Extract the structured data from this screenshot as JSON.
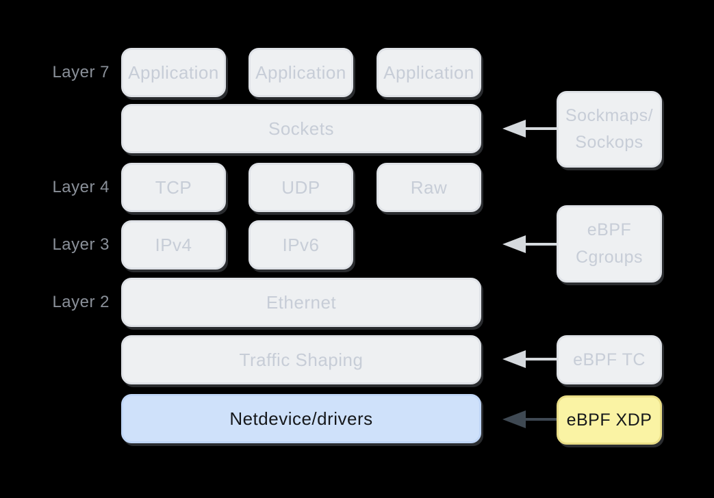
{
  "colors": {
    "background": "#000000",
    "node_fill": "#eef0f2",
    "node_border": "#dfe2e7",
    "node_text": "#c7cdd7",
    "layer_label_text": "#8a9099",
    "highlight_blue_fill": "#cfe1fa",
    "highlight_yellow_fill": "#faf3a4",
    "highlight_text": "#16181b",
    "arrow_light": "#d6dade",
    "arrow_dark": "#3f4953"
  },
  "layer_labels": {
    "layer7": "Layer 7",
    "layer4": "Layer 4",
    "layer3": "Layer 3",
    "layer2": "Layer 2"
  },
  "stack": {
    "applications": [
      "Application",
      "Application",
      "Application"
    ],
    "sockets": "Sockets",
    "tcp": "TCP",
    "udp": "UDP",
    "raw": "Raw",
    "ipv4": "IPv4",
    "ipv6": "IPv6",
    "ethernet": "Ethernet",
    "traffic_shaping": "Traffic Shaping",
    "netdevice": "Netdevice/drivers"
  },
  "hooks": {
    "sockmaps_line1": "Sockmaps/",
    "sockmaps_line2": "Sockops",
    "cgroups_line1": "eBPF",
    "cgroups_line2": "Cgroups",
    "tc": "eBPF TC",
    "xdp": "eBPF XDP"
  }
}
